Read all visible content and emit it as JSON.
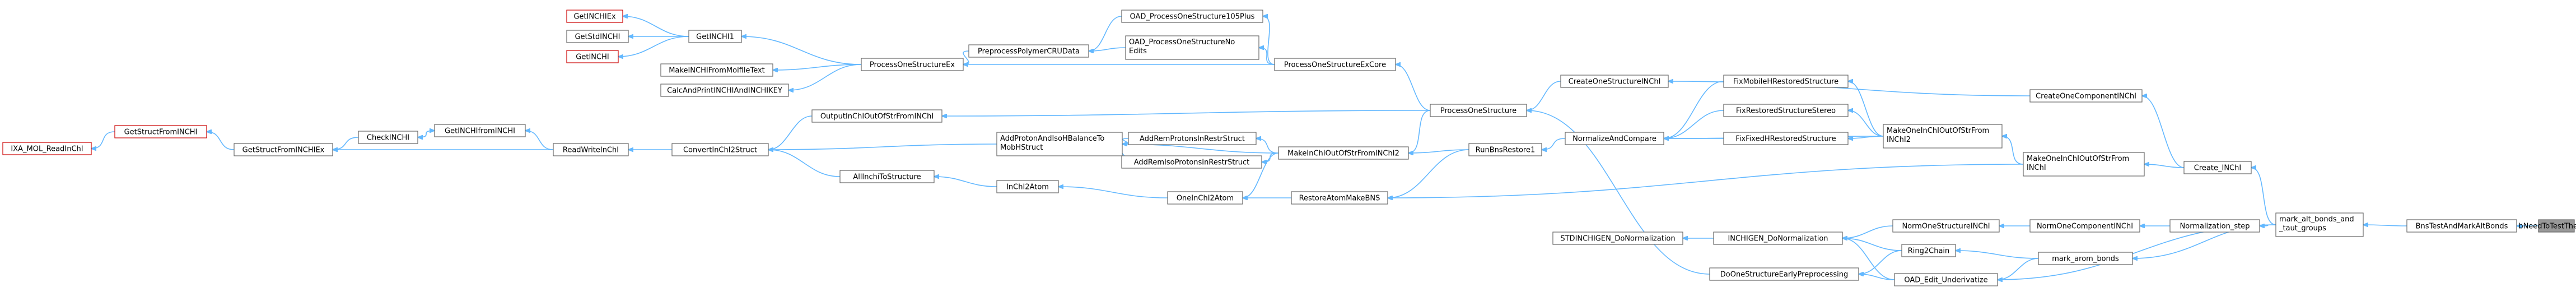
{
  "graph": {
    "nodes": [
      {
        "id": "GetINCHIEx",
        "label": "GetINCHIEx",
        "style": "red"
      },
      {
        "id": "GetStdINCHI",
        "label": "GetStdINCHI",
        "style": "normal"
      },
      {
        "id": "GetINCHI",
        "label": "GetINCHI",
        "style": "red"
      },
      {
        "id": "GetINCHI1",
        "label": "GetINCHI1",
        "style": "normal"
      },
      {
        "id": "MakeINCHIFromMolfileText",
        "label": "MakeINCHIFromMolfileText",
        "style": "normal"
      },
      {
        "id": "CalcAndPrintINCHIAndINCHIKEY",
        "label": "CalcAndPrintINCHIAndINCHIKEY",
        "style": "normal"
      },
      {
        "id": "ProcessOneStructureEx",
        "label": "ProcessOneStructureEx",
        "style": "normal"
      },
      {
        "id": "IXA_MOL_ReadInChI",
        "label": "IXA_MOL_ReadInChI",
        "style": "red"
      },
      {
        "id": "GetStructFromINCHI",
        "label": "GetStructFromINCHI",
        "style": "red"
      },
      {
        "id": "GetStructFromINCHIEx",
        "label": "GetStructFromINCHIEx",
        "style": "normal"
      },
      {
        "id": "CheckINCHI",
        "label": "CheckINCHI",
        "style": "normal"
      },
      {
        "id": "GetINCHIfromINCHI",
        "label": "GetINCHIfromINCHI",
        "style": "normal"
      },
      {
        "id": "ReadWriteInChI",
        "label": "ReadWriteInChI",
        "style": "normal"
      },
      {
        "id": "OutputInChIOutOfStrFromINChI",
        "label": "OutputInChIOutOfStrFromINChI",
        "style": "normal"
      },
      {
        "id": "ConvertInChI2Struct",
        "label": "ConvertInChI2Struct",
        "style": "normal"
      },
      {
        "id": "AllInchiToStructure",
        "label": "AllInchiToStructure",
        "style": "normal"
      },
      {
        "id": "InChI2Atom",
        "label": "InChI2Atom",
        "style": "normal"
      },
      {
        "id": "PreprocessPolymerCRUData",
        "label": "PreprocessPolymerCRUData",
        "style": "normal"
      },
      {
        "id": "OAD_ProcessOneStructure105Plus",
        "label": "OAD_ProcessOneStructure105Plus",
        "style": "normal"
      },
      {
        "id": "OAD_ProcessOneStructureNoEdits",
        "label": "OAD_ProcessOneStructureNo\nEdits",
        "style": "normal"
      },
      {
        "id": "AddProtonAndIsoHBalanceToMobHStruct",
        "label": "AddProtonAndIsoHBalanceTo\nMobHStruct",
        "style": "normal"
      },
      {
        "id": "AddRemProtonsInRestrStruct",
        "label": "AddRemProtonsInRestrStruct",
        "style": "normal"
      },
      {
        "id": "AddRemIsoProtonsInRestrStruct",
        "label": "AddRemIsoProtonsInRestrStruct",
        "style": "normal"
      },
      {
        "id": "OneInChI2Atom",
        "label": "OneInChI2Atom",
        "style": "normal"
      },
      {
        "id": "ProcessOneStructureExCore",
        "label": "ProcessOneStructureExCore",
        "style": "normal"
      },
      {
        "id": "MakeInChIOutOfStrFromINChI2",
        "label": "MakeInChIOutOfStrFromINChI2",
        "style": "normal"
      },
      {
        "id": "RestoreAtomMakeBNS",
        "label": "RestoreAtomMakeBNS",
        "style": "normal"
      },
      {
        "id": "ProcessOneStructure",
        "label": "ProcessOneStructure",
        "style": "normal"
      },
      {
        "id": "RunBnsRestore1",
        "label": "RunBnsRestore1",
        "style": "normal"
      },
      {
        "id": "CreateOneStructureINChI",
        "label": "CreateOneStructureINChI",
        "style": "normal"
      },
      {
        "id": "NormalizeAndCompare",
        "label": "NormalizeAndCompare",
        "style": "normal"
      },
      {
        "id": "STDINCHIGEN_DoNormalization",
        "label": "STDINCHIGEN_DoNormalization",
        "style": "normal"
      },
      {
        "id": "FixMobileHRestoredStructure",
        "label": "FixMobileHRestoredStructure",
        "style": "normal"
      },
      {
        "id": "FixRestoredStructureStereo",
        "label": "FixRestoredStructureStereo",
        "style": "normal"
      },
      {
        "id": "FixFixedHRestoredStructure",
        "label": "FixFixedHRestoredStructure",
        "style": "normal"
      },
      {
        "id": "INCHIGEN_DoNormalization",
        "label": "INCHIGEN_DoNormalization",
        "style": "normal"
      },
      {
        "id": "DoOneStructureEarlyPreprocessing",
        "label": "DoOneStructureEarlyPreprocessing",
        "style": "normal"
      },
      {
        "id": "MakeOneInChIOutOfStrFromINChI2",
        "label": "MakeOneInChIOutOfStrFrom\nINChI2",
        "style": "normal"
      },
      {
        "id": "NormOneStructureINChI",
        "label": "NormOneStructureINChI",
        "style": "normal"
      },
      {
        "id": "Ring2Chain",
        "label": "Ring2Chain",
        "style": "normal"
      },
      {
        "id": "OAD_Edit_Underivatize",
        "label": "OAD_Edit_Underivatize",
        "style": "normal"
      },
      {
        "id": "CreateOneComponentINChI",
        "label": "CreateOneComponentINChI",
        "style": "normal"
      },
      {
        "id": "MakeOneInChIOutOfStrFromINChI",
        "label": "MakeOneInChIOutOfStrFrom\nINChI",
        "style": "normal"
      },
      {
        "id": "NormOneComponentINChI",
        "label": "NormOneComponentINChI",
        "style": "normal"
      },
      {
        "id": "mark_arom_bonds",
        "label": "mark_arom_bonds",
        "style": "normal"
      },
      {
        "id": "Create_INChI",
        "label": "Create_INChI",
        "style": "normal"
      },
      {
        "id": "Normalization_step",
        "label": "Normalization_step",
        "style": "normal"
      },
      {
        "id": "mark_alt_bonds_and_taut_groups",
        "label": "mark_alt_bonds_and\n_taut_groups",
        "style": "normal"
      },
      {
        "id": "BnsTestAndMarkAltBonds",
        "label": "BnsTestAndMarkAltBonds",
        "style": "normal"
      },
      {
        "id": "bNeedToTestTheFlow",
        "label": "bNeedToTestTheFlow",
        "style": "root"
      }
    ],
    "edges": [
      [
        "GetINCHIEx",
        "GetINCHI1"
      ],
      [
        "GetStdINCHI",
        "GetINCHI1"
      ],
      [
        "GetINCHI",
        "GetINCHI1"
      ],
      [
        "GetINCHI1",
        "ProcessOneStructureEx"
      ],
      [
        "MakeINCHIFromMolfileText",
        "ProcessOneStructureEx"
      ],
      [
        "CalcAndPrintINCHIAndINCHIKEY",
        "ProcessOneStructureEx"
      ],
      [
        "IXA_MOL_ReadInChI",
        "GetStructFromINCHI"
      ],
      [
        "GetStructFromINCHI",
        "GetStructFromINCHIEx"
      ],
      [
        "GetStructFromINCHIEx",
        "CheckINCHI"
      ],
      [
        "CheckINCHI",
        "GetINCHIfromINCHI"
      ],
      [
        "GetINCHIfromINCHI",
        "CheckINCHI"
      ],
      [
        "GetStructFromINCHIEx",
        "ReadWriteInChI"
      ],
      [
        "GetINCHIfromINCHI",
        "ReadWriteInChI"
      ],
      [
        "ReadWriteInChI",
        "ConvertInChI2Struct"
      ],
      [
        "ConvertInChI2Struct",
        "OutputInChIOutOfStrFromINChI"
      ],
      [
        "ConvertInChI2Struct",
        "AddProtonAndIsoHBalanceToMobHStruct"
      ],
      [
        "ConvertInChI2Struct",
        "AllInchiToStructure"
      ],
      [
        "AllInchiToStructure",
        "InChI2Atom"
      ],
      [
        "InChI2Atom",
        "OneInChI2Atom"
      ],
      [
        "ProcessOneStructureEx",
        "PreprocessPolymerCRUData"
      ],
      [
        "ProcessOneStructureEx",
        "ProcessOneStructureExCore"
      ],
      [
        "PreprocessPolymerCRUData",
        "OAD_ProcessOneStructure105Plus"
      ],
      [
        "OAD_ProcessOneStructure105Plus",
        "ProcessOneStructureExCore"
      ],
      [
        "OAD_ProcessOneStructureNoEdits",
        "ProcessOneStructureExCore"
      ],
      [
        "PreprocessPolymerCRUData",
        "OAD_ProcessOneStructureNoEdits"
      ],
      [
        "AddProtonAndIsoHBalanceToMobHStruct",
        "AddRemProtonsInRestrStruct"
      ],
      [
        "AddProtonAndIsoHBalanceToMobHStruct",
        "AddRemIsoProtonsInRestrStruct"
      ],
      [
        "AddProtonAndIsoHBalanceToMobHStruct",
        "MakeInChIOutOfStrFromINChI2"
      ],
      [
        "AddRemProtonsInRestrStruct",
        "MakeInChIOutOfStrFromINChI2"
      ],
      [
        "AddRemIsoProtonsInRestrStruct",
        "MakeInChIOutOfStrFromINChI2"
      ],
      [
        "OneInChI2Atom",
        "RestoreAtomMakeBNS"
      ],
      [
        "OneInChI2Atom",
        "MakeInChIOutOfStrFromINChI2"
      ],
      [
        "OutputInChIOutOfStrFromINChI",
        "ProcessOneStructure"
      ],
      [
        "ProcessOneStructureExCore",
        "ProcessOneStructure"
      ],
      [
        "MakeInChIOutOfStrFromINChI2",
        "ProcessOneStructure"
      ],
      [
        "MakeInChIOutOfStrFromINChI2",
        "RunBnsRestore1"
      ],
      [
        "RestoreAtomMakeBNS",
        "RunBnsRestore1"
      ],
      [
        "RunBnsRestore1",
        "NormalizeAndCompare"
      ],
      [
        "ProcessOneStructure",
        "CreateOneStructureINChI"
      ],
      [
        "ProcessOneStructure",
        "DoOneStructureEarlyPreprocessing"
      ],
      [
        "CreateOneStructureINChI",
        "CreateOneComponentINChI"
      ],
      [
        "NormalizeAndCompare",
        "FixMobileHRestoredStructure"
      ],
      [
        "NormalizeAndCompare",
        "FixRestoredStructureStereo"
      ],
      [
        "NormalizeAndCompare",
        "FixFixedHRestoredStructure"
      ],
      [
        "NormalizeAndCompare",
        "MakeOneInChIOutOfStrFromINChI2"
      ],
      [
        "FixMobileHRestoredStructure",
        "MakeOneInChIOutOfStrFromINChI2"
      ],
      [
        "FixRestoredStructureStereo",
        "MakeOneInChIOutOfStrFromINChI2"
      ],
      [
        "FixFixedHRestoredStructure",
        "MakeOneInChIOutOfStrFromINChI2"
      ],
      [
        "MakeOneInChIOutOfStrFromINChI2",
        "MakeOneInChIOutOfStrFromINChI"
      ],
      [
        "RestoreAtomMakeBNS",
        "MakeOneInChIOutOfStrFromINChI"
      ],
      [
        "STDINCHIGEN_DoNormalization",
        "INCHIGEN_DoNormalization"
      ],
      [
        "INCHIGEN_DoNormalization",
        "NormOneStructureINChI"
      ],
      [
        "INCHIGEN_DoNormalization",
        "Ring2Chain"
      ],
      [
        "INCHIGEN_DoNormalization",
        "OAD_Edit_Underivatize"
      ],
      [
        "DoOneStructureEarlyPreprocessing",
        "Ring2Chain"
      ],
      [
        "DoOneStructureEarlyPreprocessing",
        "OAD_Edit_Underivatize"
      ],
      [
        "NormOneStructureINChI",
        "NormOneComponentINChI"
      ],
      [
        "Ring2Chain",
        "mark_arom_bonds"
      ],
      [
        "OAD_Edit_Underivatize",
        "mark_arom_bonds"
      ],
      [
        "OAD_Edit_Underivatize",
        "mark_alt_bonds_and_taut_groups"
      ],
      [
        "CreateOneComponentINChI",
        "Create_INChI"
      ],
      [
        "MakeOneInChIOutOfStrFromINChI",
        "Create_INChI"
      ],
      [
        "NormOneComponentINChI",
        "Normalization_step"
      ],
      [
        "Create_INChI",
        "mark_alt_bonds_and_taut_groups"
      ],
      [
        "Normalization_step",
        "mark_alt_bonds_and_taut_groups"
      ],
      [
        "mark_arom_bonds",
        "mark_alt_bonds_and_taut_groups"
      ],
      [
        "mark_alt_bonds_and_taut_groups",
        "BnsTestAndMarkAltBonds"
      ],
      [
        "BnsTestAndMarkAltBonds",
        "bNeedToTestTheFlow"
      ]
    ]
  }
}
